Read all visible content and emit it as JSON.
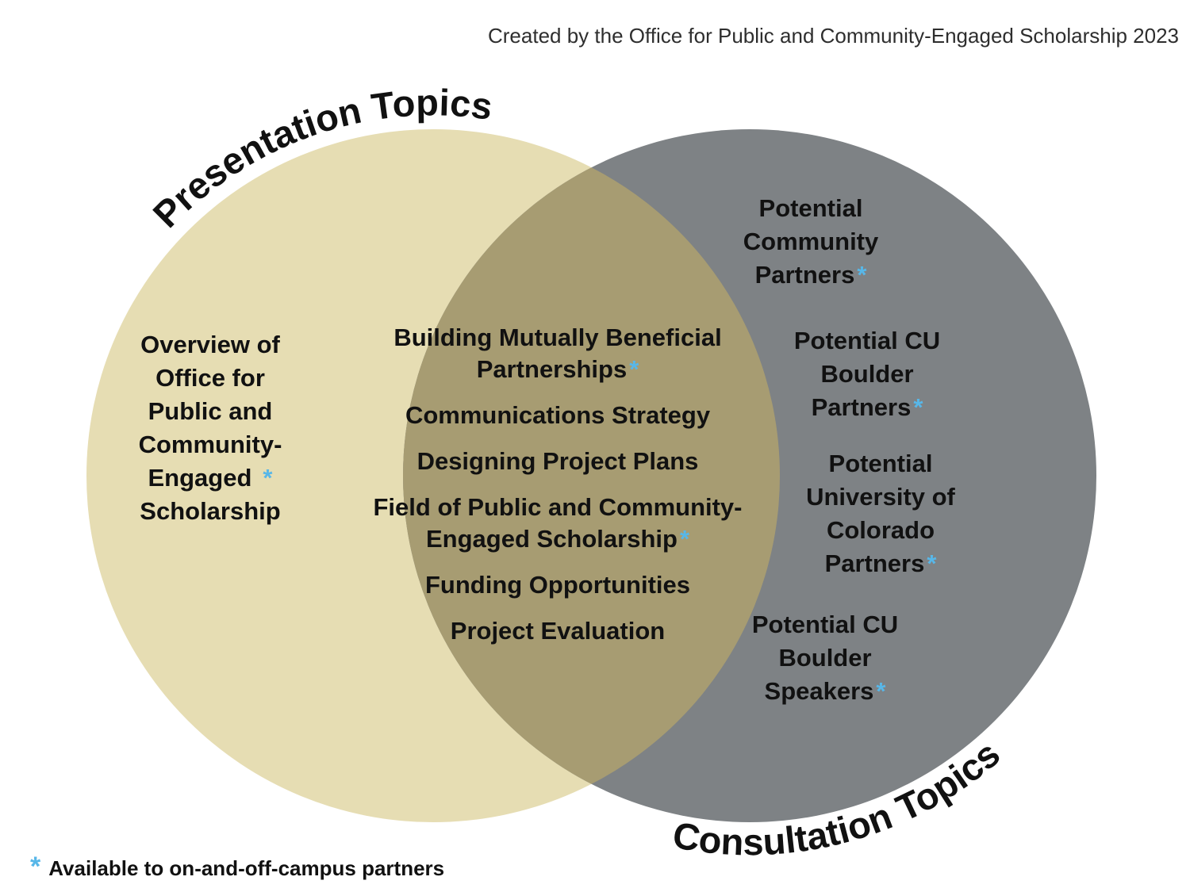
{
  "attribution": "Created by the Office for Public and Community-Engaged Scholarship 2023",
  "colors": {
    "left_circle": "#e6ddb3",
    "right_circle": "#7e8285",
    "overlap": "#a79c72",
    "asterisk": "#58b7e8",
    "text": "#111111"
  },
  "left_label": "Presentation Topics",
  "right_label": "Consultation Topics",
  "symbols": {
    "asterisk": "*"
  },
  "left_only": {
    "lines": [
      "Overview of",
      "Office for",
      "Public and",
      "Community-",
      "Engaged",
      "Scholarship"
    ],
    "asterisk": true
  },
  "overlap_items": [
    {
      "lines": [
        "Building Mutually Beneficial",
        "Partnerships"
      ],
      "asterisk": true
    },
    {
      "lines": [
        "Communications Strategy"
      ],
      "asterisk": false
    },
    {
      "lines": [
        "Designing Project Plans"
      ],
      "asterisk": false
    },
    {
      "lines": [
        "Field of Public and Community-",
        "Engaged Scholarship"
      ],
      "asterisk": true
    },
    {
      "lines": [
        "Funding Opportunities"
      ],
      "asterisk": false
    },
    {
      "lines": [
        "Project Evaluation"
      ],
      "asterisk": false
    }
  ],
  "right_items": [
    {
      "lines": [
        "Potential",
        "Community",
        "Partners"
      ],
      "asterisk": true
    },
    {
      "lines": [
        "Potential CU",
        "Boulder",
        "Partners"
      ],
      "asterisk": true
    },
    {
      "lines": [
        "Potential",
        "University of",
        "Colorado",
        "Partners"
      ],
      "asterisk": true
    },
    {
      "lines": [
        "Potential CU",
        "Boulder",
        "Speakers"
      ],
      "asterisk": true
    }
  ],
  "legend": {
    "symbol": "*",
    "text": "Available to on-and-off-campus partners"
  }
}
